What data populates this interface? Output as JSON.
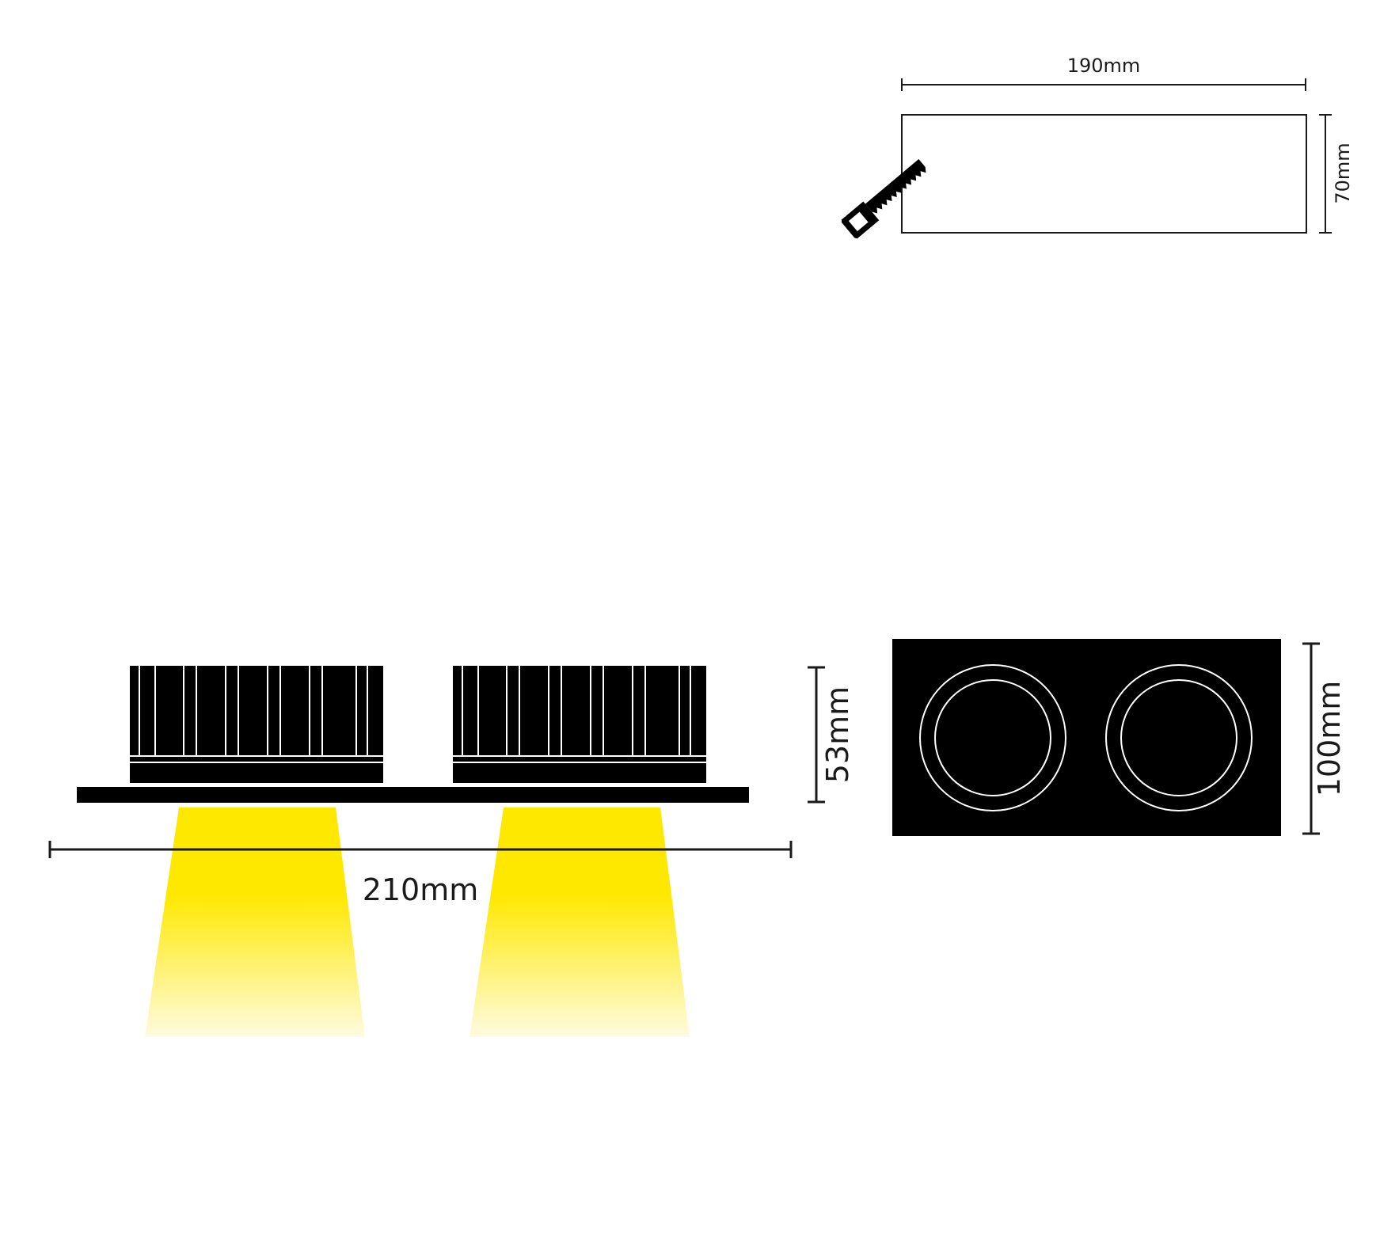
{
  "cutout": {
    "width_label": "190mm",
    "height_label": "70mm"
  },
  "side_view": {
    "width_label": "210mm",
    "height_label": "53mm",
    "heatsink_count": 2
  },
  "front_view": {
    "height_label": "100mm",
    "lamp_count": 2
  },
  "colors": {
    "body": "#000000",
    "beam": "#ffe800",
    "beam_fade": "#fffbe0",
    "line": "#1a1a1a"
  }
}
